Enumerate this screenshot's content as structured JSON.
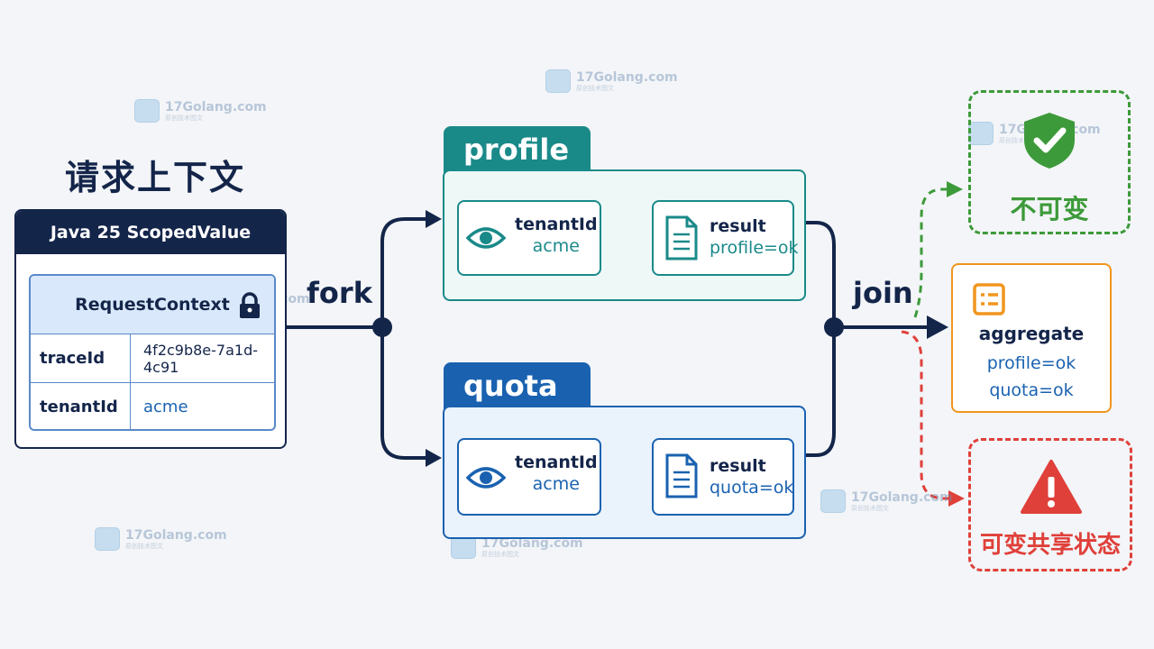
{
  "watermark": {
    "site": "17Golang.com",
    "tagline": "原创技术图文"
  },
  "title": "请求上下文",
  "scoped_value": {
    "header": "Java 25 ScopedValue",
    "context_title": "RequestContext",
    "rows": [
      {
        "key": "traceId",
        "value": "4f2c9b8e-7a1d-4c91"
      },
      {
        "key": "tenantId",
        "value": "acme"
      }
    ]
  },
  "fork_label": "fork",
  "join_label": "join",
  "branches": [
    {
      "name": "profile",
      "read_key": "tenantId",
      "read_value": "acme",
      "result_label": "result",
      "result_value": "profile=ok",
      "color": "#1a8a89",
      "fill": "#eef8f7"
    },
    {
      "name": "quota",
      "read_key": "tenantId",
      "read_value": "acme",
      "result_label": "result",
      "result_value": "quota=ok",
      "color": "#1a62b0",
      "fill": "#eaf2fb"
    }
  ],
  "aggregate": {
    "title": "aggregate",
    "lines": [
      "profile=ok",
      "quota=ok"
    ]
  },
  "immutable": {
    "label": "不可变",
    "color": "#3d9a3a"
  },
  "mutable_shared": {
    "label": "可变共享状态",
    "color": "#e0403a"
  },
  "icons": [
    "lock-icon",
    "eye-icon",
    "document-icon",
    "shield-check-icon",
    "list-icon",
    "warning-icon",
    "arrow-icon"
  ]
}
